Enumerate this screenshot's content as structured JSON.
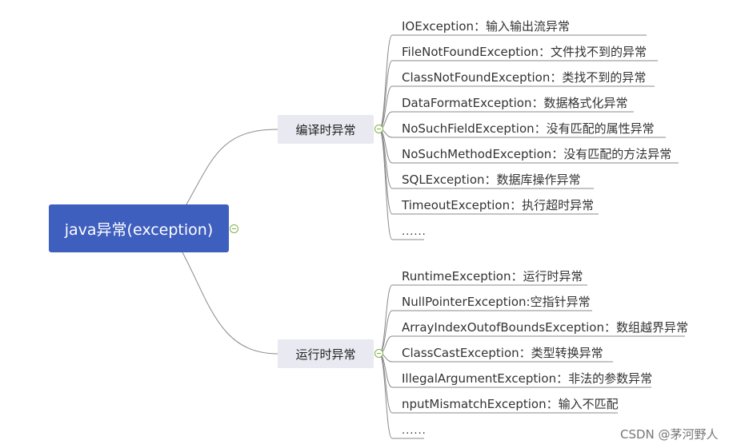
{
  "root": {
    "label": "java异常(exception)"
  },
  "branches": [
    {
      "label": "编译时异常",
      "leaves": [
        "IOException：输入输出流异常",
        "FileNotFoundException：文件找不到的异常",
        "ClassNotFoundException：类找不到的异常",
        "DataFormatException：数据格式化异常",
        "NoSuchFieldException：没有匹配的属性异常",
        "NoSuchMethodException：没有匹配的方法异常",
        "SQLException：数据库操作异常",
        "TimeoutException：执行超时异常",
        "......"
      ]
    },
    {
      "label": "运行时异常",
      "leaves": [
        "RuntimeException：运行时异常",
        "NullPointerException:空指针异常",
        "ArrayIndexOutofBoundsException：数组越界异常",
        "ClassCastException：类型转换异常",
        "IllegalArgumentException：非法的参数异常",
        "nputMismatchException：输入不匹配",
        "......"
      ]
    }
  ],
  "watermark": "CSDN @茅河野人",
  "colors": {
    "root_fill": "#3f5fbf",
    "branch_fill": "#e8e9f1",
    "connector": "#8a8a8a",
    "collapse_icon": "#7fb24a"
  }
}
